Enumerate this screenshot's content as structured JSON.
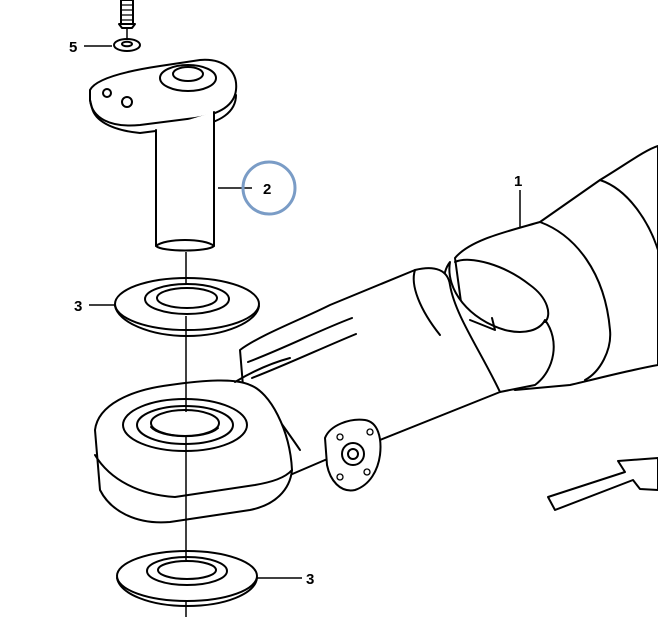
{
  "callouts": [
    {
      "id": "c1",
      "text": "1"
    },
    {
      "id": "c2",
      "text": "2"
    },
    {
      "id": "c3a",
      "text": "3"
    },
    {
      "id": "c3b",
      "text": "3"
    },
    {
      "id": "c5",
      "text": "5"
    }
  ],
  "highlight": {
    "target": "2",
    "color": "#7a9cc6"
  }
}
